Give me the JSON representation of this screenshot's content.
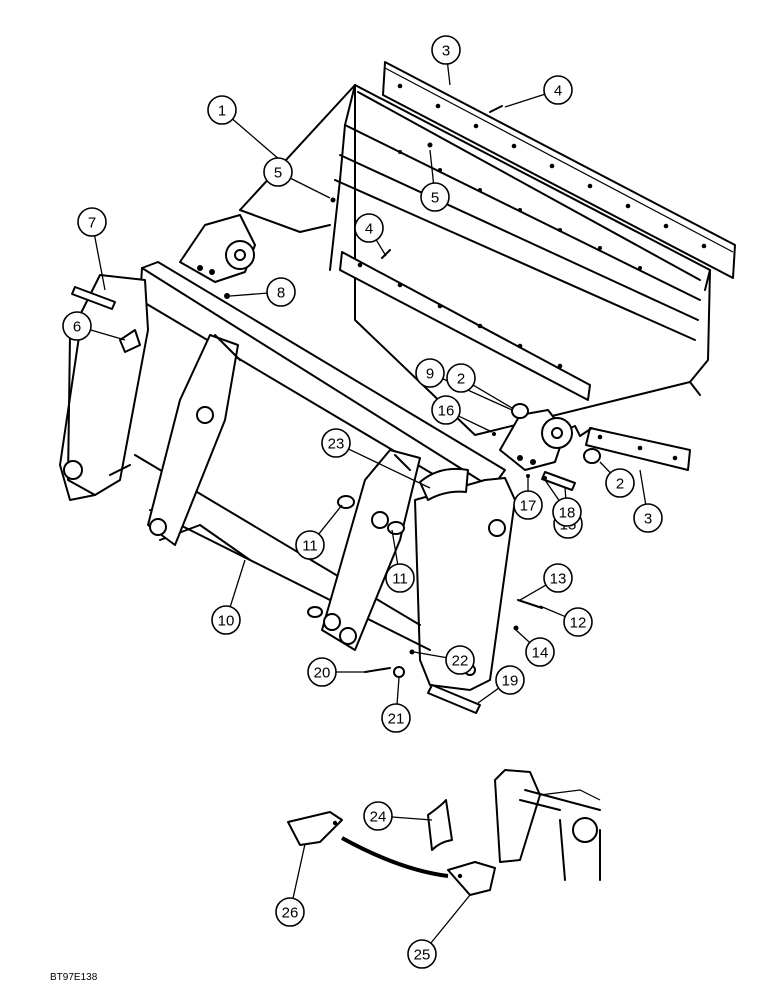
{
  "diagram": {
    "callouts": [
      "1",
      "2",
      "2",
      "3",
      "3",
      "4",
      "4",
      "5",
      "5",
      "6",
      "7",
      "8",
      "9",
      "10",
      "11",
      "11",
      "12",
      "13",
      "14",
      "15",
      "16",
      "17",
      "18",
      "19",
      "20",
      "21",
      "22",
      "23",
      "24",
      "25",
      "26"
    ]
  },
  "figure_code": "BT97E138"
}
